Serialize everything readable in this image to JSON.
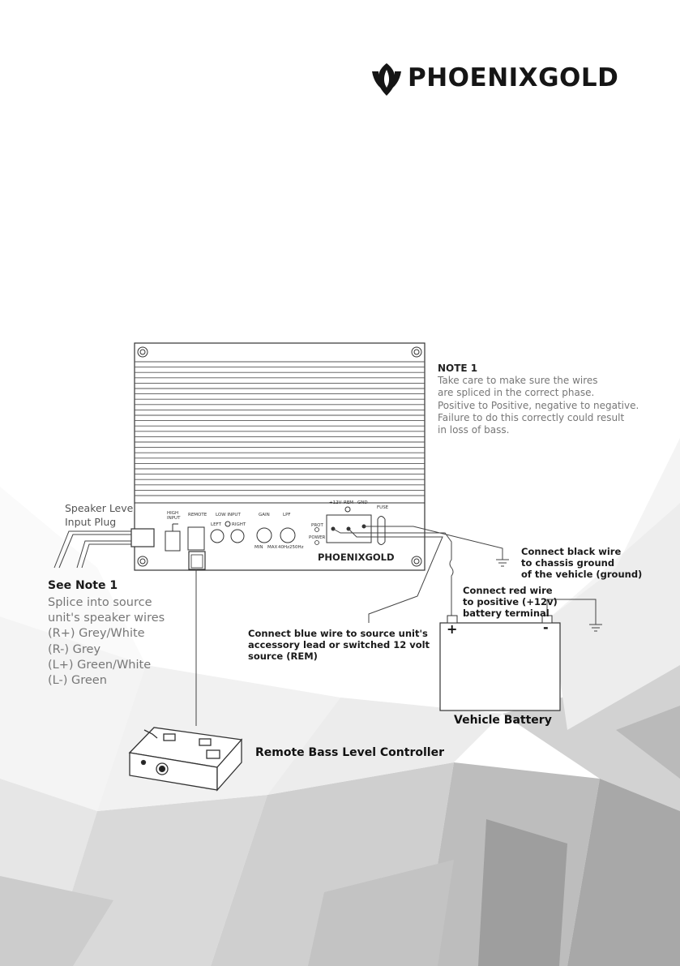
{
  "brand": {
    "name": "PHOENIXGOLD"
  },
  "note": {
    "title": "NOTE 1",
    "lines": [
      "Take care to make sure the wires",
      "are spliced in the correct phase.",
      "Positive to Positive, negative to negative.",
      "Failure to do this correctly could result",
      "in loss of bass."
    ]
  },
  "speaker_plug": {
    "lines": [
      "Speaker Level",
      "Input Plug"
    ]
  },
  "see_note": "See Note 1",
  "splice": {
    "lines": [
      "Splice into source",
      "unit's speaker wires",
      "(R+) Grey/White",
      "(R-) Grey",
      "(L+) Green/White",
      "(L-) Green"
    ]
  },
  "black_wire": {
    "lines": [
      "Connect black wire",
      "to chassis ground",
      "of the vehicle (ground)"
    ]
  },
  "red_wire": {
    "lines": [
      "Connect red wire",
      "to positive (+12v)",
      "battery terminal"
    ]
  },
  "blue_wire": {
    "lines": [
      "Connect blue wire to source unit's",
      "accessory lead or switched 12 volt",
      "source (REM)"
    ]
  },
  "battery": {
    "label": "Vehicle Battery",
    "plus": "+",
    "minus": "-"
  },
  "remote": {
    "label": "Remote Bass Level Controller"
  },
  "panel": {
    "high_input": "HIGH INPUT",
    "remote": "REMOTE",
    "low_input": "LOW INPUT",
    "left": "LEFT",
    "right": "RIGHT",
    "gain": "GAIN",
    "lpf": "LPF",
    "min": "MIN",
    "max": "MAX",
    "lpf_low": "40Hz",
    "lpf_high": "250Hz",
    "prot": "PROT",
    "power": "POWER",
    "v12": "+12V",
    "rem": "REM",
    "gnd": "GND",
    "fuse": "FUSE",
    "brand": "PHOENIXGOLD"
  }
}
